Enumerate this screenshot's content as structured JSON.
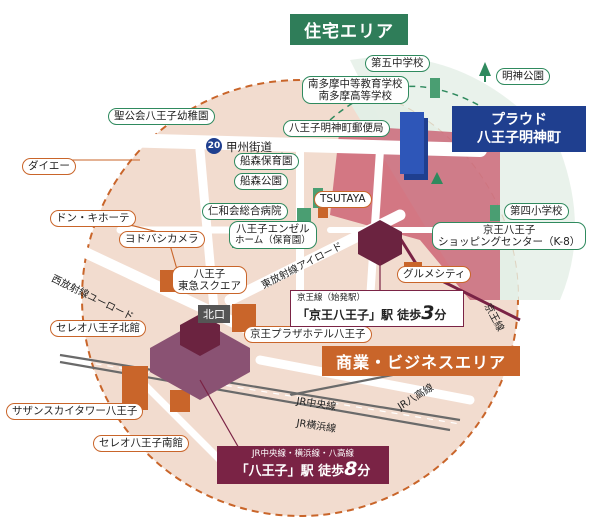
{
  "areas": {
    "residential": "住宅エリア",
    "commercial": "商業・ビジネスエリア"
  },
  "property": {
    "line1": "プラウド",
    "line2": "八王子明神町"
  },
  "stations": {
    "keio": {
      "line_note": "京王線（始発駅）",
      "name": "「京王八王子」駅 徒歩",
      "minutes": "3",
      "unit": "分"
    },
    "jr": {
      "line_note": "JR中央線・横浜線・八高線",
      "name": "「八王子」駅 徒歩",
      "minutes": "8",
      "unit": "分"
    }
  },
  "residential_labels": {
    "school5": "第五中学校",
    "minamitama_1": "南多摩中等教育学校",
    "minamitama_2": "南多摩高等学校",
    "myojin_park": "明神公園",
    "post_office": "八王子明神町郵便局",
    "funamori_nursery": "船森保育園",
    "funamori_park": "船森公園",
    "hospital": "仁和会総合病院",
    "angel_1": "八王子エンゼル",
    "angel_2": "ホーム（保育園）",
    "school4": "第四小学校",
    "keio_sc_1": "京王八王子",
    "keio_sc_2": "ショッピングセンター（K-8）",
    "kindergarten": "聖公会八王子幼稚園"
  },
  "commercial_labels": {
    "daiei": "ダイエー",
    "donki": "ドン・キホーテ",
    "yodobashi": "ヨドバシカメラ",
    "tokyu_1": "八王子",
    "tokyu_2": "東急スクエア",
    "tsutaya": "TSUTAYA",
    "gourmet": "グルメシティ",
    "cereo_north": "セレオ八王子北館",
    "keio_plaza": "京王プラザホテル八王子",
    "southern_tower": "サザンスカイタワー八王子",
    "cereo_south": "セレオ八王子南館"
  },
  "roads": {
    "koshu": "甲州街道",
    "route_no": "20",
    "nishi": "西放射線ユーロード",
    "higashi": "東放射線アイロード"
  },
  "rails": {
    "keio_line": "京王線",
    "chuo": "JR中央線",
    "hachiko": "JR八高線",
    "yokohama": "JR横浜線"
  },
  "kitaguchi": "北口",
  "colors": {
    "residential": "#2f7d59",
    "commercial": "#c9652a",
    "property": "#1f3f8f",
    "station": "#7a2345",
    "circle_fill": "#f2dccf",
    "residential_zone": "#c8556a"
  }
}
